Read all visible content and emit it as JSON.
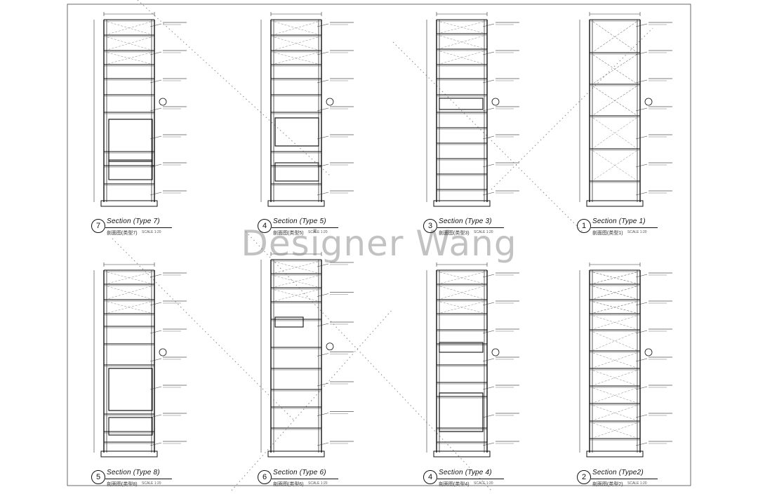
{
  "watermark": "Designer Wang",
  "panels": [
    {
      "num": "7",
      "title": "Section (Type 7)",
      "subtitle": "剖面图(类型7)",
      "scale": "SCALE 1:20"
    },
    {
      "num": "4",
      "title": "Section (Type 5)",
      "subtitle": "剖面图(类型5)",
      "scale": "SCALE 1:20"
    },
    {
      "num": "3",
      "title": "Section (Type 3)",
      "subtitle": "剖面图(类型3)",
      "scale": "SCALE 1:20"
    },
    {
      "num": "1",
      "title": "Section (Type 1)",
      "subtitle": "剖面图(类型1)",
      "scale": "SCALE 1:20"
    },
    {
      "num": "5",
      "title": "Section (Type 8)",
      "subtitle": "剖面图(类型8)",
      "scale": "SCALE 1:20"
    },
    {
      "num": "6",
      "title": "Section (Type 6)",
      "subtitle": "剖面图(类型6)",
      "scale": "SCALE 1:20"
    },
    {
      "num": "4",
      "title": "Section (Type 4)",
      "subtitle": "剖面图(类型4)",
      "scale": "SCALE 1:20"
    },
    {
      "num": "2",
      "title": "Section (Type2)",
      "subtitle": "剖面图(类型2)",
      "scale": "SCALE 1:20"
    }
  ]
}
